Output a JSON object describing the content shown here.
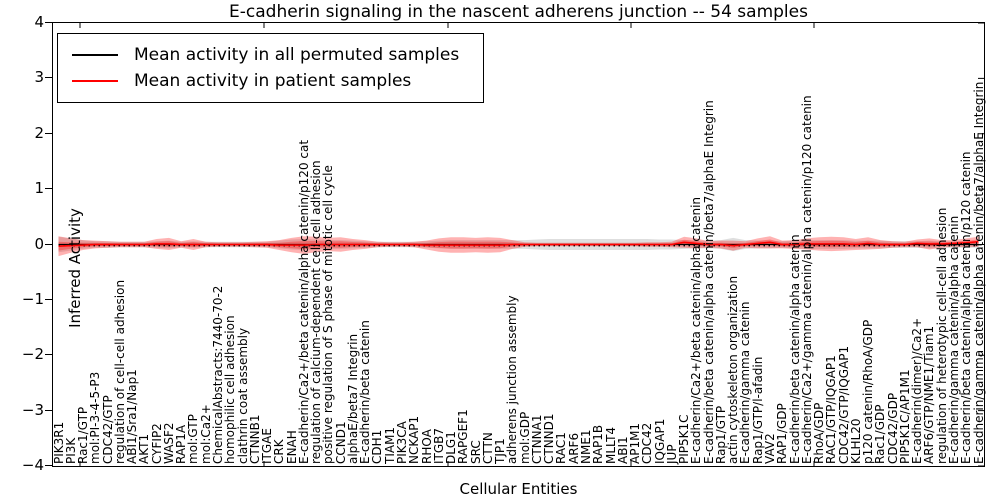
{
  "chart_data": {
    "type": "area",
    "title": "E-cadherin signaling in the nascent adherens junction -- 54 samples",
    "xlabel": "Cellular Entities",
    "ylabel": "Inferred Activity",
    "ylim": [
      -4,
      4
    ],
    "ytick_labels": [
      "4",
      "3",
      "2",
      "1",
      "0",
      "−1",
      "−2",
      "−3",
      "−4"
    ],
    "ytick_values": [
      4,
      3,
      2,
      1,
      0,
      -1,
      -2,
      -3,
      -4
    ],
    "grid": false,
    "legend_position": "upper left",
    "legend": [
      {
        "label": "Mean activity in all permuted samples",
        "color": "#000000"
      },
      {
        "label": "Mean activity in patient samples",
        "color": "#ff0000"
      }
    ],
    "colors": {
      "patient_line": "#ff0000",
      "permuted_line": "#000000",
      "patient_band_fill": "#ff0000",
      "permuted_band_fill": "#888888"
    },
    "categories": [
      "PIK3R1",
      "PI3K",
      "Rac1/GTP",
      "mol:PI-3-4-5-P3",
      "CDC42/GTP",
      "regulation of cell-cell adhesion",
      "ABI1/Sra1/Nap1",
      "AKT1",
      "CYFIP2",
      "WASF2",
      "RAP1A",
      "mol:GTP",
      "mol:Ca2+",
      "ChemicalAbstracts:7440-70-2",
      "homophilic cell adhesion",
      "clathrin coat assembly",
      "CTNNB1",
      "ITGAE",
      "CRK",
      "ENAH",
      "E-cadherin/Ca2+/beta catenin/alpha catenin/p120 cat",
      "regulation of calcium-dependent cell-cell adhesion",
      "positive regulation of S phase of mitotic cell cycle",
      "CCND1",
      "alphaE/beta7 Integrin",
      "E-cadherin/beta catenin",
      "CDH1",
      "TIAM1",
      "PIK3CA",
      "NCKAP1",
      "RHOA",
      "ITGB7",
      "DLG1",
      "RAPGEF1",
      "SRC",
      "CTTN",
      "TJP1",
      "adherens junction assembly",
      "mol:GDP",
      "CTNNA1",
      "CTNND1",
      "RAC1",
      "ARF6",
      "NME1",
      "RAP1B",
      "MLLT4",
      "ABI1",
      "AP1M1",
      "CDC42",
      "IQGAP1",
      "JUP",
      "PIP5K1C",
      "E-cadherin/Ca2+/beta catenin/alpha catenin",
      "E-cadherin/beta catenin/alpha catenin/beta7/alphaE Integrin",
      "Rap1/GTP",
      "actin cytoskeleton organization",
      "E-cadherin/gamma catenin",
      "Rap1/GTP/l-afadin",
      "VAV2",
      "RAP1/GDP",
      "E-cadherin/beta catenin/alpha catenin",
      "E-cadherin/Ca2+/gamma catenin/alpha catenin/p120 catenin",
      "RhoA/GDP",
      "RAC1/GTP/IQGAP1",
      "CDC42/GTP/IQGAP1",
      "KLHL20",
      "p120 catenin/RhoA/GDP",
      "Rac1/GDP",
      "CDC42/GDP",
      "PIP5K1C/AP1M1",
      "E-cadherin(dimer)/Ca2+",
      "ARF6/GTP/NME1/Tiam1",
      "regulation of heterotypic cell-cell adhesion",
      "E-cadherin/gamma catenin/alpha catenin",
      "E-cadherin/beta catenin/alpha catenin/p120 catenin",
      "E-cadherin/gamma catenin/alpha catenin/beta7/alphaE Integrin"
    ],
    "series": [
      {
        "name": "permuted_mean",
        "constant": 0
      },
      {
        "name": "patient_mean",
        "values": [
          -0.03,
          -0.02,
          -0.01,
          0,
          0,
          0,
          0,
          0,
          0.01,
          0.01,
          0,
          0,
          0,
          0,
          0,
          0,
          0,
          0,
          -0.01,
          -0.01,
          -0.01,
          0,
          0,
          0,
          0,
          0,
          0,
          0,
          0,
          0,
          -0.01,
          -0.01,
          -0.01,
          -0.01,
          -0.01,
          -0.01,
          -0.01,
          0,
          0,
          0,
          0,
          0,
          0,
          0,
          0,
          0,
          0,
          0,
          0,
          0,
          0,
          0.04,
          0.02,
          0,
          0,
          -0.02,
          0,
          0.02,
          0.04,
          0,
          0,
          0.01,
          0.01,
          0.01,
          0.01,
          0,
          0.02,
          0,
          0,
          0,
          0.02,
          0.01,
          0.01,
          0.02,
          0.03,
          0.05
        ]
      },
      {
        "name": "patient_band_halfwidth",
        "values": [
          0.18,
          0.13,
          0.09,
          0.07,
          0.06,
          0.05,
          0.05,
          0.05,
          0.09,
          0.11,
          0.06,
          0.1,
          0.05,
          0.04,
          0.04,
          0.04,
          0.05,
          0.06,
          0.09,
          0.13,
          0.16,
          0.14,
          0.12,
          0.13,
          0.1,
          0.08,
          0.05,
          0.04,
          0.04,
          0.05,
          0.08,
          0.12,
          0.14,
          0.14,
          0.13,
          0.14,
          0.13,
          0.08,
          0.04,
          0.03,
          0.03,
          0.03,
          0.03,
          0.03,
          0.03,
          0.03,
          0.03,
          0.03,
          0.04,
          0.04,
          0.05,
          0.1,
          0.09,
          0.06,
          0.07,
          0.09,
          0.06,
          0.09,
          0.11,
          0.07,
          0.08,
          0.1,
          0.12,
          0.13,
          0.12,
          0.1,
          0.11,
          0.08,
          0.06,
          0.05,
          0.07,
          0.1,
          0.07,
          0.06,
          0.08,
          0.09
        ]
      },
      {
        "name": "permuted_band_halfwidth",
        "values": [
          0.14,
          0.11,
          0.08,
          0.06,
          0.06,
          0.05,
          0.05,
          0.05,
          0.06,
          0.07,
          0.05,
          0.06,
          0.05,
          0.05,
          0.05,
          0.05,
          0.05,
          0.05,
          0.07,
          0.09,
          0.1,
          0.09,
          0.08,
          0.08,
          0.07,
          0.06,
          0.05,
          0.05,
          0.05,
          0.05,
          0.06,
          0.07,
          0.08,
          0.08,
          0.08,
          0.08,
          0.08,
          0.08,
          0.08,
          0.09,
          0.1,
          0.1,
          0.1,
          0.1,
          0.1,
          0.1,
          0.1,
          0.1,
          0.1,
          0.09,
          0.09,
          0.08,
          0.07,
          0.07,
          0.08,
          0.12,
          0.08,
          0.07,
          0.07,
          0.06,
          0.07,
          0.08,
          0.08,
          0.08,
          0.08,
          0.07,
          0.07,
          0.07,
          0.06,
          0.06,
          0.06,
          0.07,
          0.06,
          0.06,
          0.06,
          0.06
        ]
      }
    ]
  }
}
